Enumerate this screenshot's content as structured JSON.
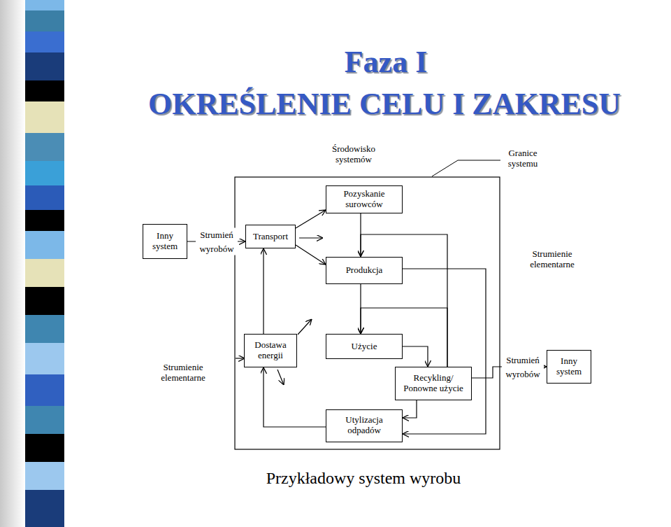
{
  "diagram": {
    "title": "Faza I",
    "caption": "Przykładowy system wyrobu",
    "nodes": [
      {
        "text": [
          "Pozyskanie surowców"
        ]
      },
      {
        "text": [
          "Inny system"
        ]
      },
      {
        "text": [
          "Transport"
        ]
      },
      {
        "text": [
          "Produkcja"
        ]
      },
      {
        "text": [
          "Dostawa energii"
        ]
      },
      {
        "text": [
          "Użycie"
        ]
      },
      {
        "text": [
          "Recykling/ Ponowne użycie"
        ]
      },
      {
        "text": [
          "Inny system"
        ]
      },
      {
        "text": [
          "Utylizacja odpadów"
        ]
      }
    ],
    "edges": [
      {
        "from": 1,
        "to": 2,
        "label": "Strumień wyrobów",
        "arrow": "to"
      },
      {
        "from": 2,
        "to": 0,
        "arrow": "to"
      },
      {
        "from": 2,
        "to": 3,
        "arrow": "to"
      },
      {
        "from": 0,
        "to": 3,
        "arrow": "to"
      },
      {
        "from": 3,
        "to": 5,
        "arrow": "to"
      },
      {
        "from": 4,
        "to": 2,
        "arrow": "to"
      },
      {
        "from": 8,
        "to": 4,
        "arrow": "to"
      },
      {
        "from": 5,
        "to": 6,
        "arrow": "to"
      },
      {
        "from": 6,
        "to": 3,
        "arrow": "to"
      },
      {
        "from": 6,
        "to": 5,
        "arrow": "to"
      },
      {
        "from": 6,
        "to": 8,
        "arrow": "to"
      },
      {
        "from": 3,
        "to": 8,
        "arrow": "to"
      },
      {
        "from": 6,
        "to": 7,
        "label": "Strumień wyrobów",
        "arrow": "to"
      }
    ],
    "labels": [
      "OKREŚLENIE CELU I ZAKRESU",
      "Środowisko systemów",
      "Granice systemu",
      "Strumienie elementarne",
      "Strumienie elementarne"
    ]
  }
}
